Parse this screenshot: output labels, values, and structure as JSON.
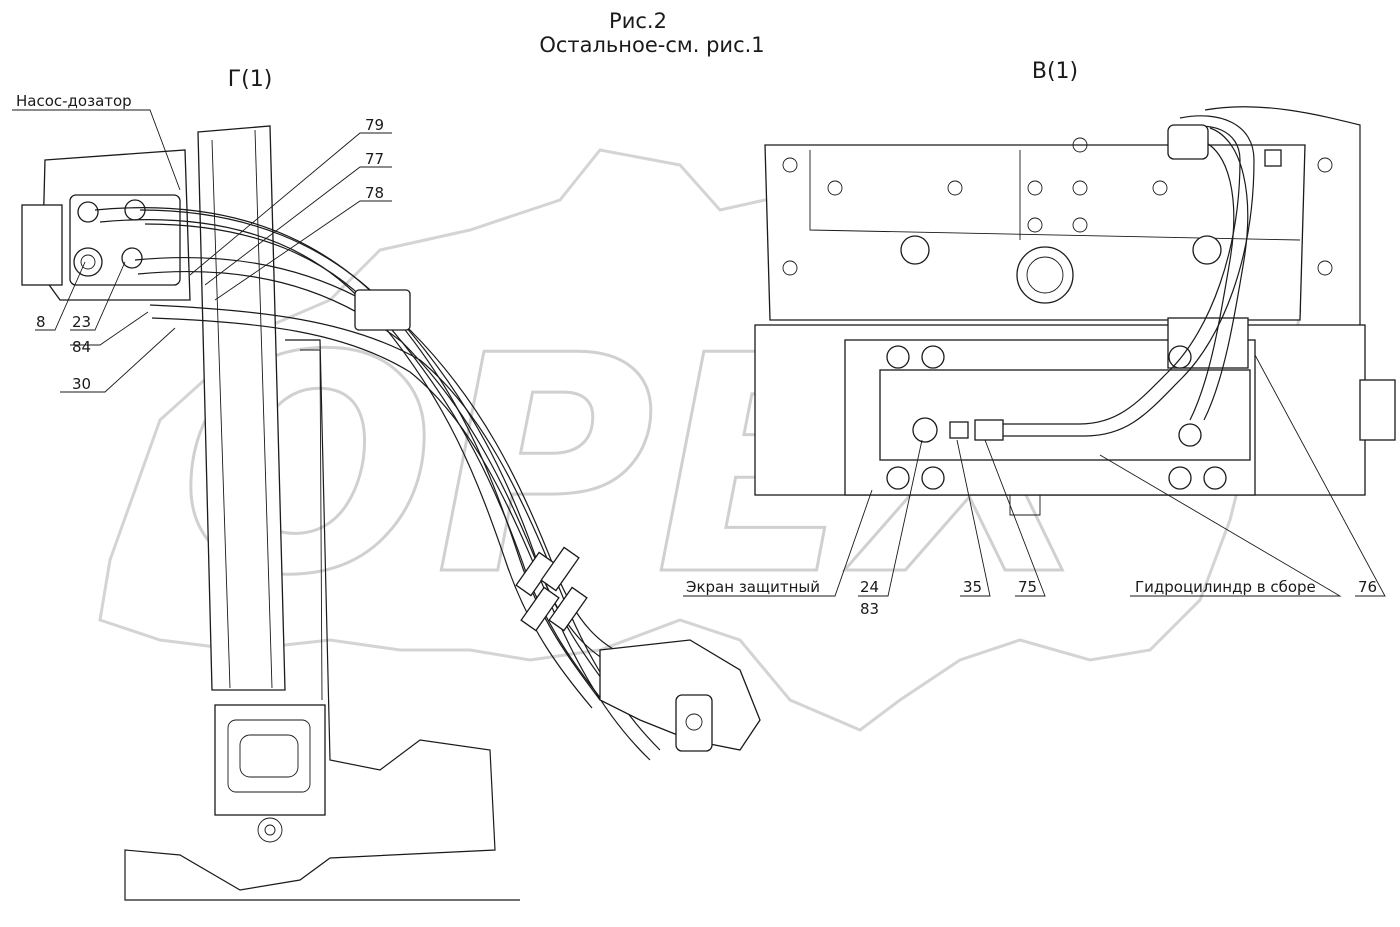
{
  "figure": {
    "title": "Рис.2",
    "subtitle": "Остальное-см. рис.1"
  },
  "views": {
    "left": "Г(1)",
    "right": "В(1)"
  },
  "labels": {
    "pump": "Насос-дозатор",
    "screen": "Экран защитный",
    "cylinder": "Гидроцилиндр в сборе"
  },
  "callouts": {
    "c79": "79",
    "c77": "77",
    "c78": "78",
    "c8": "8",
    "c23": "23",
    "c84": "84",
    "c30": "30",
    "c24": "24",
    "c83": "83",
    "c35": "35",
    "c75": "75",
    "c76": "76"
  },
  "watermark": "OPEX",
  "colors": {
    "line": "#1a1a1a",
    "watermark": "#d0d0d0"
  }
}
